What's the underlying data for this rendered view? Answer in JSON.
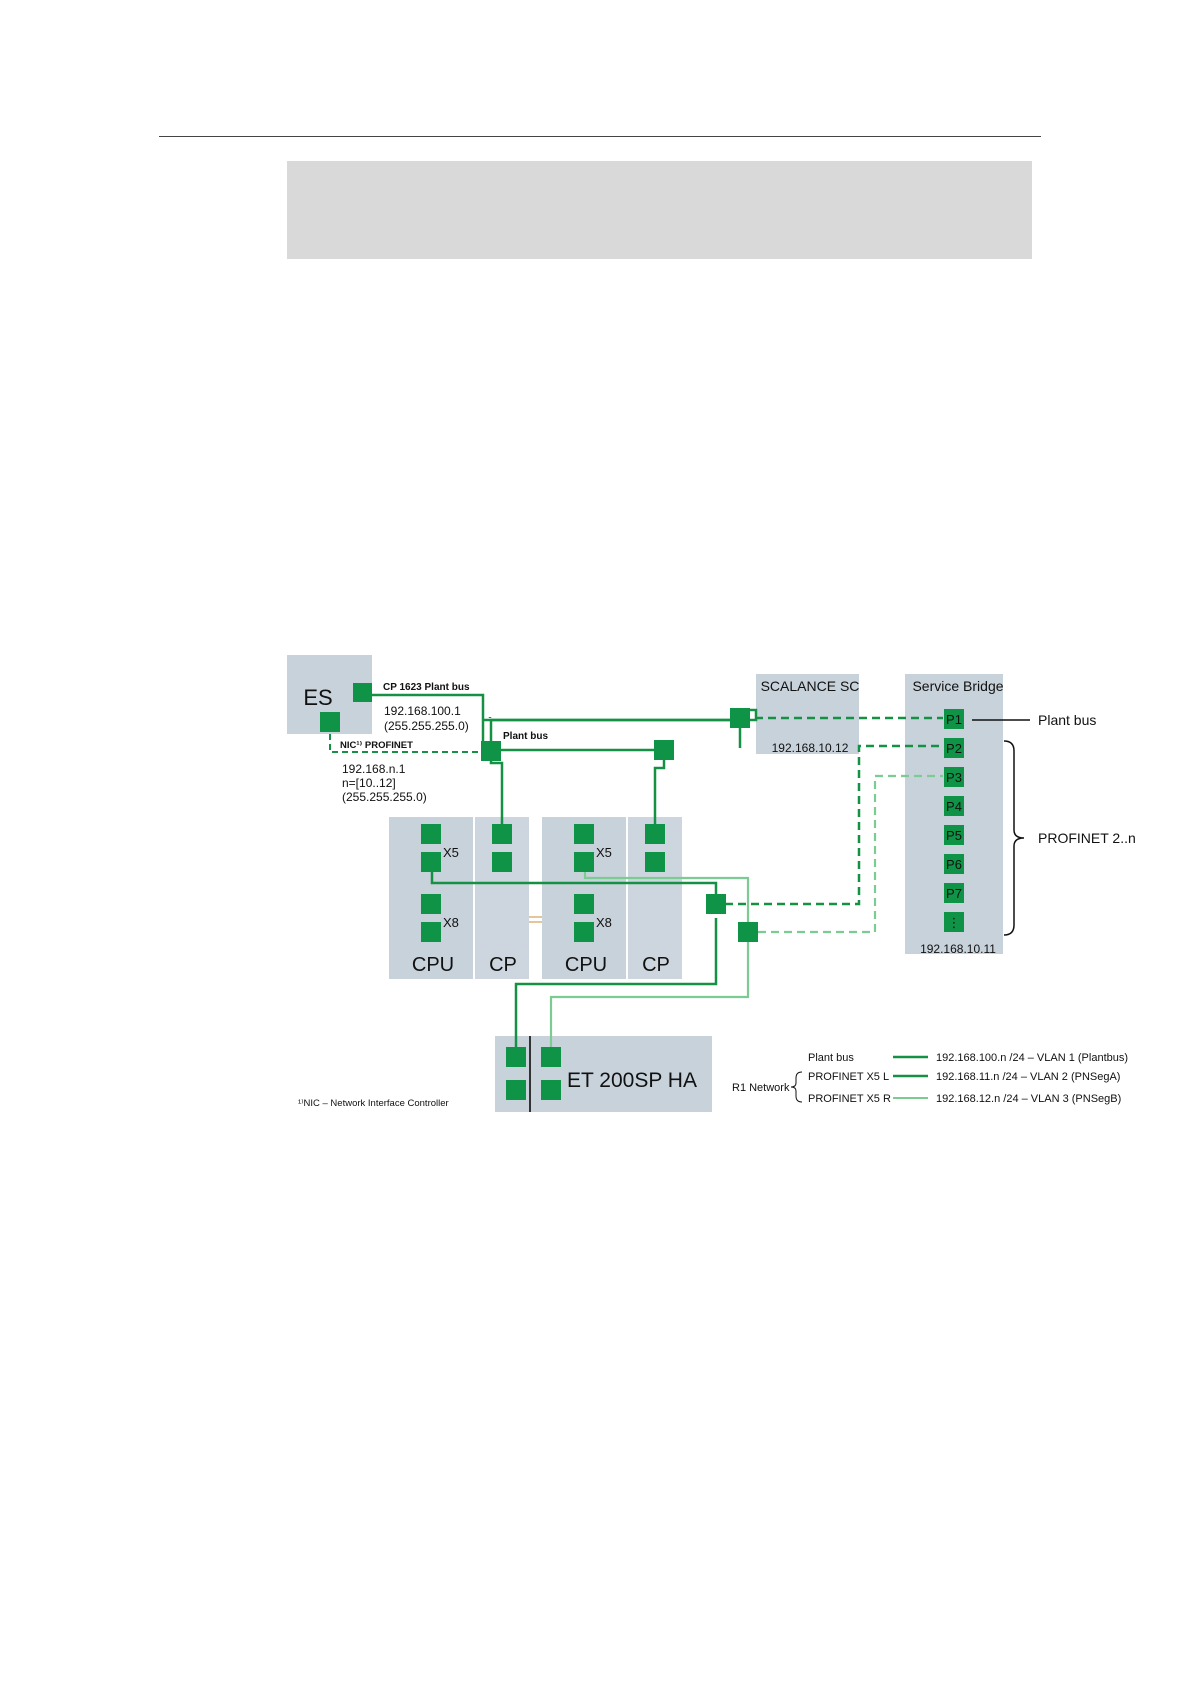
{
  "colors": {
    "plant_bus": "#149144",
    "x5_left": "#149144",
    "x5_right": "#7ccb93",
    "port": "#0f9447",
    "device": "#c8d2db",
    "cpu_box": "#c8d2db",
    "cp_box": "#cdd6de"
  },
  "es": {
    "label": "ES",
    "cp_label": "CP 1623 Plant bus",
    "cp_ip": "192.168.100.1",
    "cp_mask": "(255.255.255.0)",
    "nic_label": "NIC¹⁾ PROFINET",
    "nic_ip": "192.168.n.1",
    "nic_n": "n=[10..12]",
    "nic_mask": "(255.255.255.0)"
  },
  "plant_bus_label": "Plant bus",
  "scalance": {
    "label": "SCALANCE SC",
    "ip": "192.168.10.12"
  },
  "service_bridge": {
    "label": "Service Bridge",
    "ip": "192.168.10.11",
    "ports": [
      "P1",
      "P2",
      "P3",
      "P4",
      "P5",
      "P6",
      "P7",
      "⋮"
    ]
  },
  "right_labels": {
    "plant_bus": "Plant bus",
    "profinet": "PROFINET 2..n"
  },
  "cpu_units": [
    {
      "cpu_label": "CPU",
      "cp_label": "CP",
      "x5": "X5",
      "x8": "X8"
    },
    {
      "cpu_label": "CPU",
      "cp_label": "CP",
      "x5": "X5",
      "x8": "X8"
    }
  ],
  "et200": {
    "label": "ET 200SP HA"
  },
  "footnote": "¹⁾NIC – Network Interface Controller",
  "legend": {
    "group_label": "R1 Network",
    "rows": [
      {
        "name": "Plant bus",
        "desc": "192.168.100.n /24 – VLAN 1 (Plantbus)"
      },
      {
        "name": "PROFINET X5 L",
        "desc": "192.168.11.n /24 – VLAN 2 (PNSegA)"
      },
      {
        "name": "PROFINET X5 R",
        "desc": "192.168.12.n /24 – VLAN 3 (PNSegB)"
      }
    ]
  }
}
